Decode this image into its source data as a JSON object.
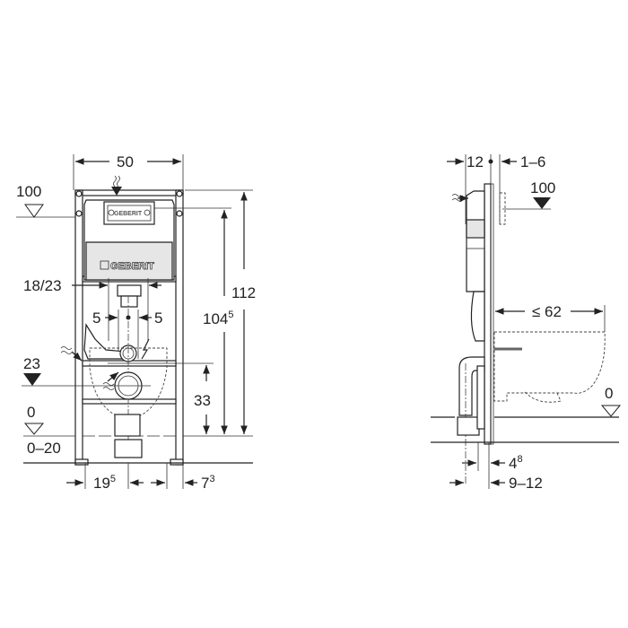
{
  "front_view": {
    "brand_logo": "GEBERIT",
    "dims": {
      "width": "50",
      "level_top": "100",
      "total_height": "112",
      "height_104_main": "104",
      "height_104_sup": "5",
      "drain_spacing": "18/23",
      "offset_left": "5",
      "offset_right": "5",
      "level_23": "23",
      "height_33": "33",
      "level_zero": "0",
      "floor_range": "0–20",
      "bottom_left_main": "19",
      "bottom_left_sup": "5",
      "bottom_right_main": "7",
      "bottom_right_sup": "3"
    }
  },
  "side_view": {
    "dims": {
      "depth_12": "12",
      "range_1_6": "1–6",
      "level_top": "100",
      "bowl_projection": "≤ 62",
      "level_zero": "0",
      "bottom_48_main": "4",
      "bottom_48_sup": "8",
      "range_9_12": "9–12"
    }
  }
}
